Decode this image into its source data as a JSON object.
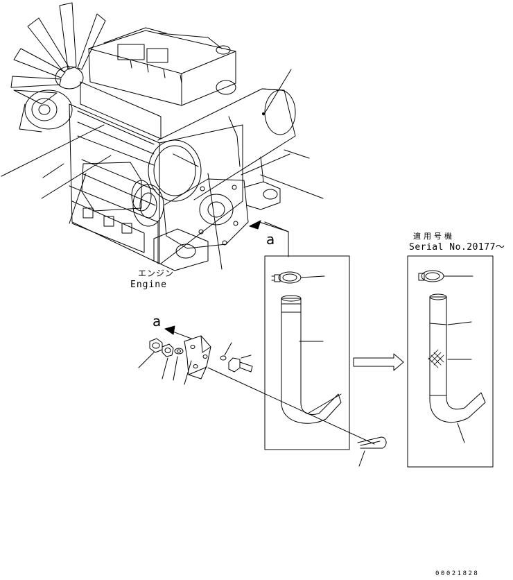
{
  "labels": {
    "ref_letter_top": "a",
    "ref_letter_bracket": "a",
    "engine_jp": "エンジン",
    "engine_en": "Engine",
    "serial_jp": "適用号機",
    "serial_en": "Serial No.20177～",
    "drawing_number": "00021828"
  },
  "colors": {
    "line": "#000000",
    "background": "#ffffff"
  }
}
